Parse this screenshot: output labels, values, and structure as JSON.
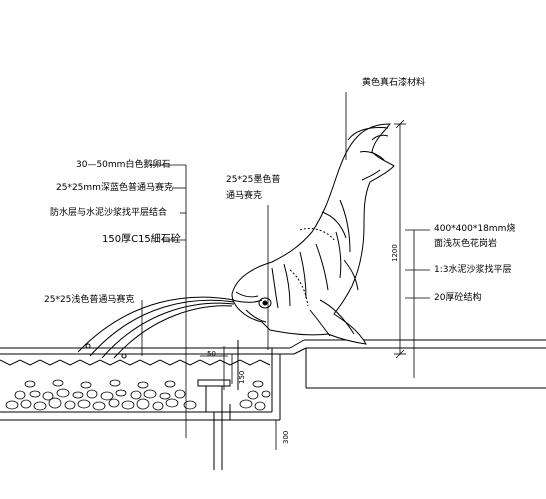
{
  "labels": {
    "stone_material": "黄色真石漆材料",
    "pebble": "30—50mm白色鹅卵石",
    "mosaic_dark": "25*25mm深蓝色普通马赛克",
    "waterproof": "防水层与水泥沙浆找平层结合",
    "concrete": "150厚C15細石砼",
    "mosaic_top_1": "25*25墨色普",
    "mosaic_top_2": "通马赛克",
    "mosaic_light": "25*25浅色普通马赛克",
    "granite_1": "400*400*18mm烧",
    "granite_2": "面浅灰色花岗岩",
    "mortar": "1:3水泥沙浆找平层",
    "concrete_structure": "20厚砼结构"
  },
  "dimensions": {
    "height_total": "1200",
    "d50": "50",
    "d150": "150",
    "d300": "300"
  }
}
